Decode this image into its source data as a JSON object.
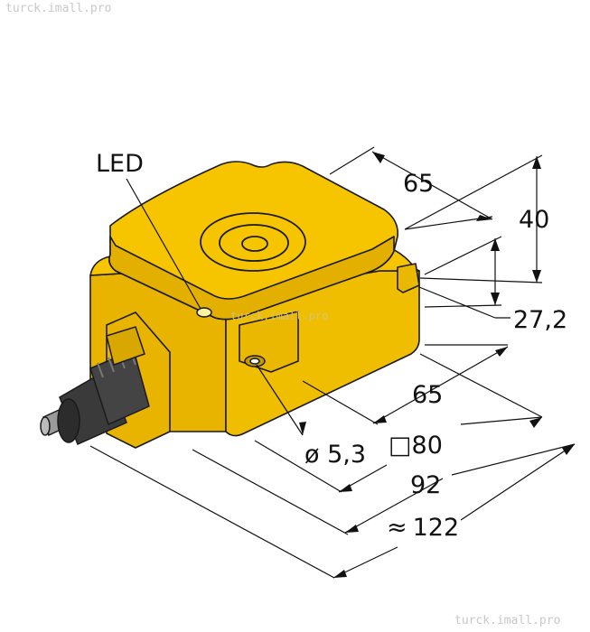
{
  "watermarks": {
    "top_left": "turck.imall.pro",
    "center": "turck.imall.pro",
    "bottom_right": "turck.imall.pro"
  },
  "labels": {
    "led": "LED",
    "top_depth": "65",
    "height": "40",
    "height_inner": "27,2",
    "front_width": "65",
    "hole": "ø 5,3",
    "square_prefix": "□",
    "square_value": "80",
    "overall_width": "92",
    "cable_length_prefix": "≈",
    "cable_length": "122"
  },
  "colors": {
    "housing": "#f7c500",
    "outline": "#1a1a1a",
    "connector": "#3a3a3a",
    "cable": "#9a9a9a"
  }
}
